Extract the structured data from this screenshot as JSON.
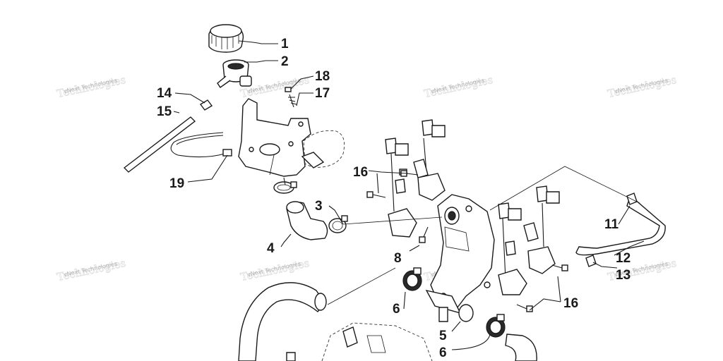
{
  "callouts": [
    {
      "id": "c1",
      "label": "1"
    },
    {
      "id": "c2",
      "label": "2"
    },
    {
      "id": "c18",
      "label": "18"
    },
    {
      "id": "c17",
      "label": "17"
    },
    {
      "id": "c14",
      "label": "14"
    },
    {
      "id": "c15",
      "label": "15"
    },
    {
      "id": "c19",
      "label": "19"
    },
    {
      "id": "c16a",
      "label": "16"
    },
    {
      "id": "c3",
      "label": "3"
    },
    {
      "id": "c4",
      "label": "4"
    },
    {
      "id": "c8",
      "label": "8"
    },
    {
      "id": "c11",
      "label": "11"
    },
    {
      "id": "c12",
      "label": "12"
    },
    {
      "id": "c13",
      "label": "13"
    },
    {
      "id": "c6a",
      "label": "6"
    },
    {
      "id": "c5",
      "label": "5"
    },
    {
      "id": "c6b",
      "label": "6"
    },
    {
      "id": "c16b",
      "label": "16"
    }
  ],
  "watermark": {
    "text": "vNext Technologies",
    "big_text": "Technologies"
  }
}
